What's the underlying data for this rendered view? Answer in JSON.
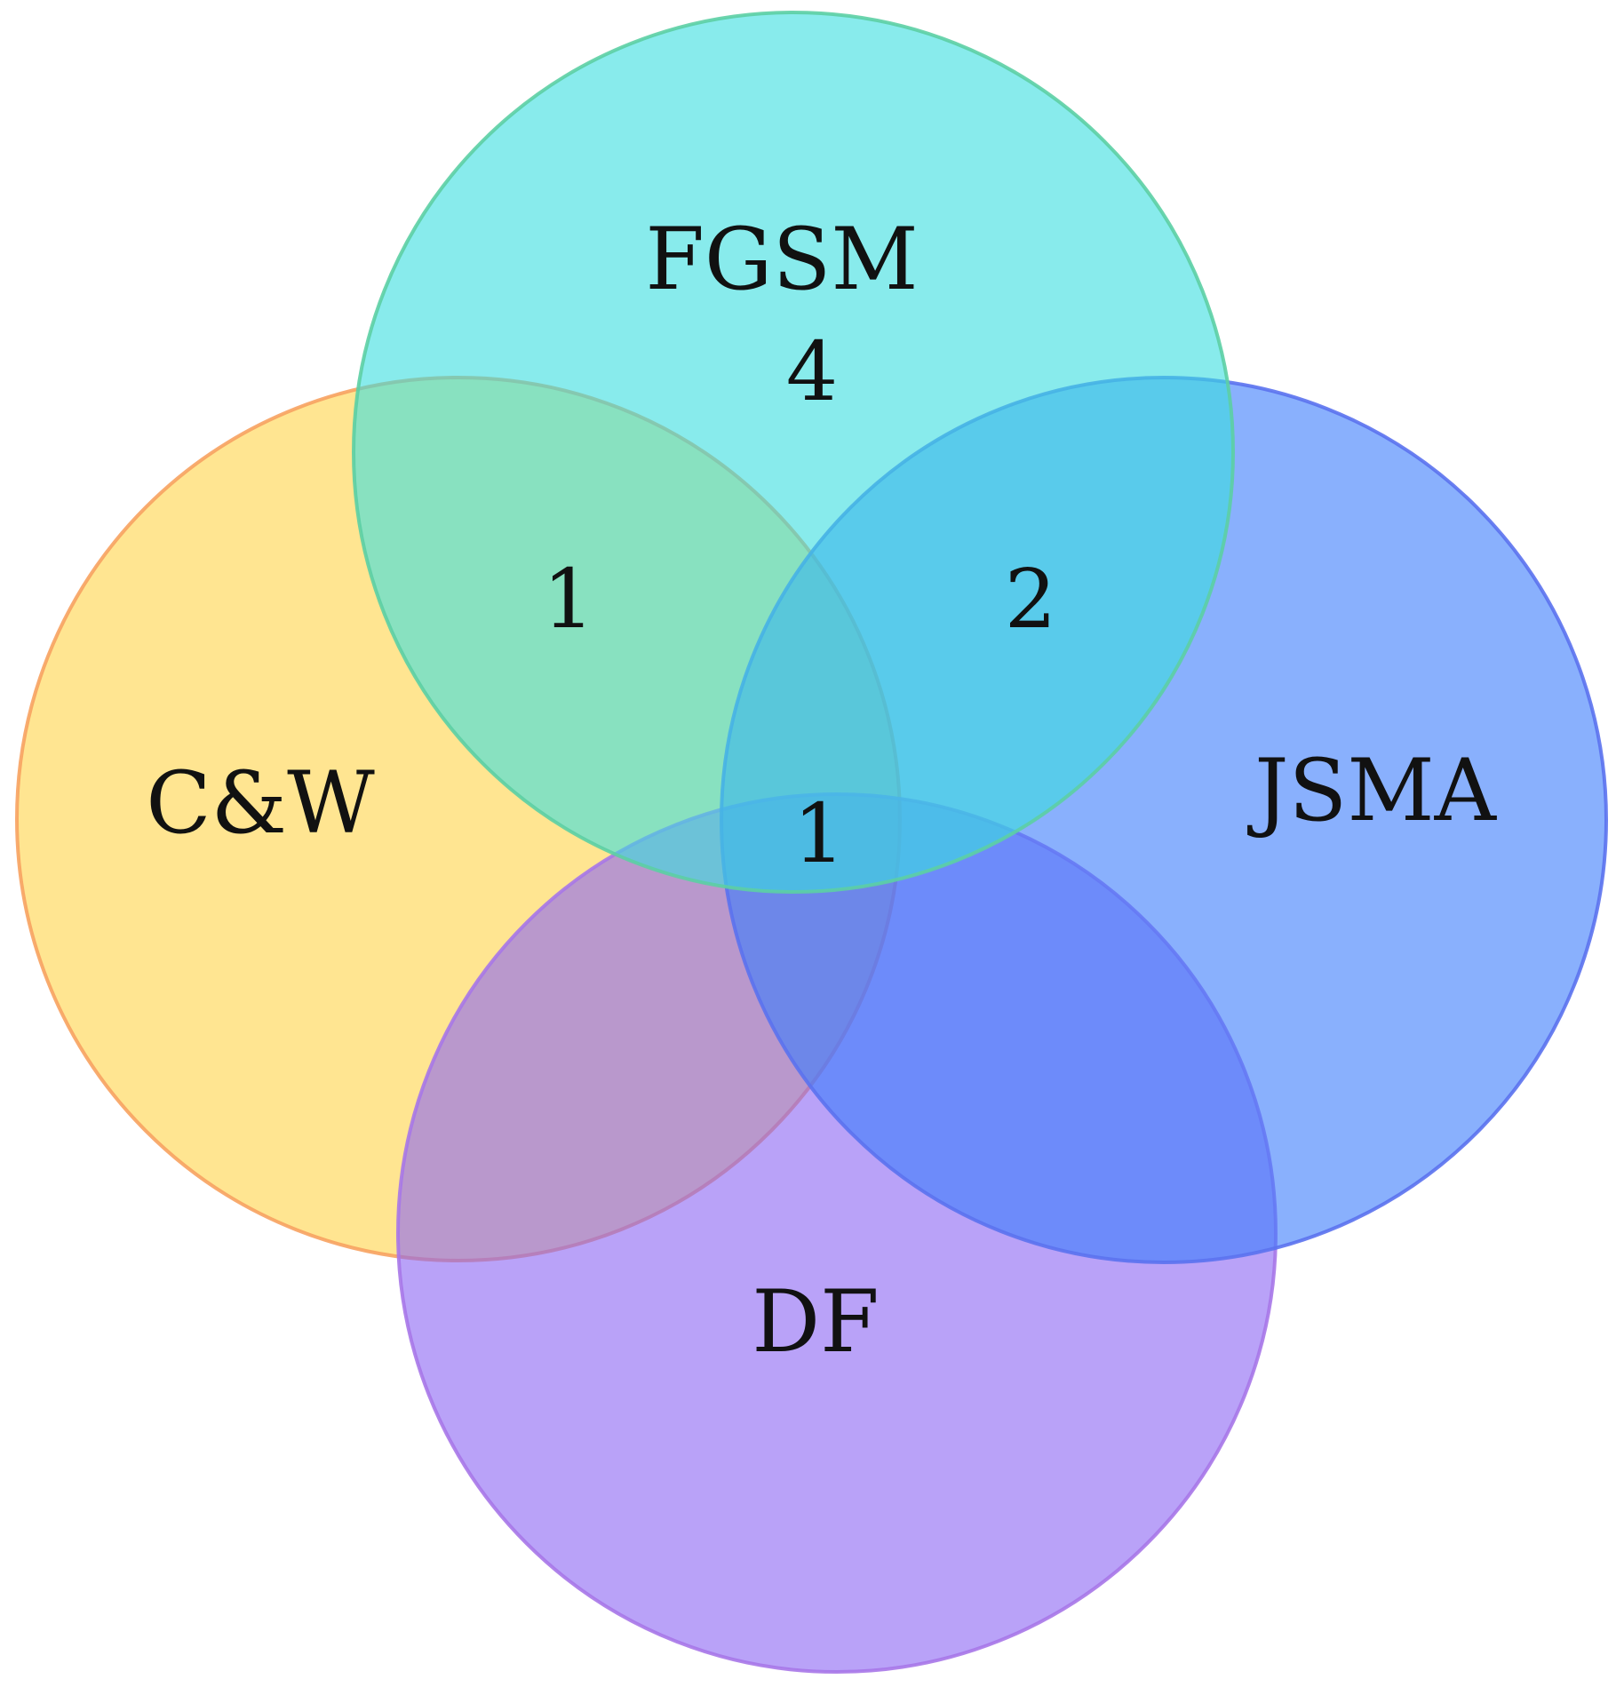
{
  "diagram": {
    "type": "venn",
    "sets": [
      {
        "id": "cw",
        "label": "C&W",
        "fill": "#FFD447",
        "stroke": "#F7A261"
      },
      {
        "id": "fgsm",
        "label": "FGSM",
        "fill": "#38DDE0",
        "stroke": "#5CCFA4"
      },
      {
        "id": "jsma",
        "label": "JSMA",
        "fill": "#3B7CFB",
        "stroke": "#5B72EE"
      },
      {
        "id": "df",
        "label": "DF",
        "fill": "#8A64F3",
        "stroke": "#A777E8"
      }
    ],
    "regions": [
      {
        "sets": [
          "fgsm"
        ],
        "count": "4"
      },
      {
        "sets": [
          "cw",
          "fgsm"
        ],
        "count": "1"
      },
      {
        "sets": [
          "fgsm",
          "jsma"
        ],
        "count": "2"
      },
      {
        "sets": [
          "cw",
          "fgsm",
          "jsma",
          "df"
        ],
        "count": "1"
      }
    ]
  }
}
